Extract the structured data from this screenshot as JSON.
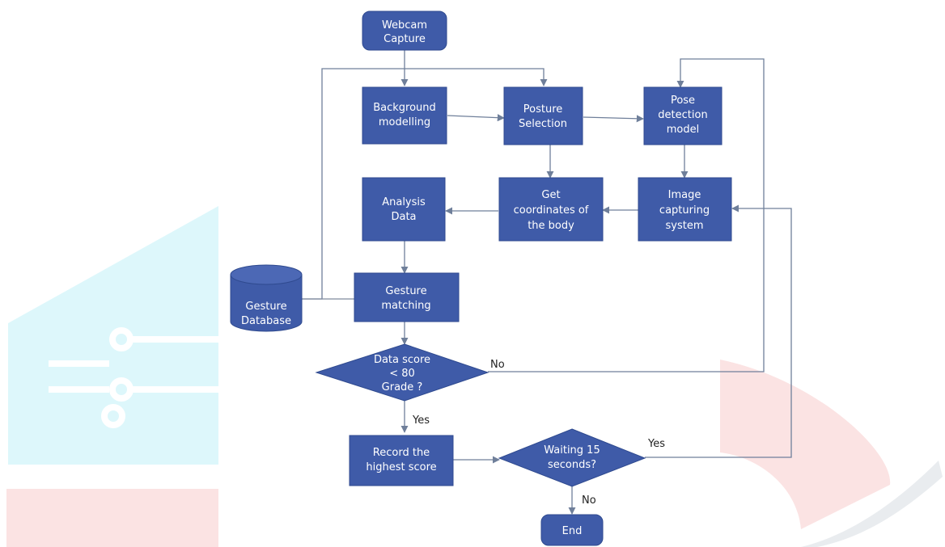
{
  "colors": {
    "node_fill": "#3f5ba8",
    "node_stroke": "#2f4a8f",
    "edge": "#6f7f9a",
    "watermark_cyan": "#ddf7fb",
    "watermark_red": "#fbe3e3"
  },
  "nodes": {
    "webcam_capture": [
      "Webcam",
      "Capture"
    ],
    "background_modelling": [
      "Background",
      "modelling"
    ],
    "posture_selection": [
      "Posture",
      "Selection"
    ],
    "pose_detection_model": [
      "Pose",
      "detection",
      "model"
    ],
    "analysis_data": [
      "Analysis",
      "Data"
    ],
    "get_coordinates": [
      "Get",
      "coordinates of",
      "the body"
    ],
    "image_capturing_system": [
      "Image",
      "capturing",
      "system"
    ],
    "gesture_database": [
      "Gesture",
      "Database"
    ],
    "gesture_matching": [
      "Gesture",
      "matching"
    ],
    "data_score_decision": [
      "Data score",
      "< 80",
      "Grade ?"
    ],
    "record_highest_score": [
      "Record the",
      "highest score"
    ],
    "waiting_decision": [
      "Waiting 15",
      "seconds?"
    ],
    "end": [
      "End"
    ]
  },
  "edge_labels": {
    "score_no": "No",
    "score_yes": "Yes",
    "wait_yes": "Yes",
    "wait_no": "No"
  }
}
